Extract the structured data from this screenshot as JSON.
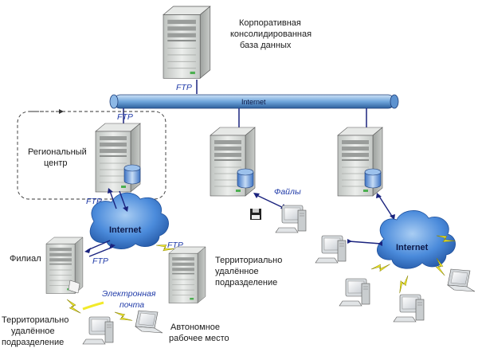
{
  "labels": {
    "database": [
      "Корпоративная",
      "консолидированная",
      "база данных"
    ],
    "regional": [
      "Региональный",
      "центр"
    ],
    "branch": "Филиал",
    "territorial_mid": [
      "Территориально",
      "удалённое",
      "подразделение"
    ],
    "territorial_bottom": [
      "Территориально",
      "удалённое",
      "подразделение"
    ],
    "autonomous": [
      "Автономное",
      "рабочее место"
    ],
    "email": [
      "Электронная",
      "почта"
    ],
    "files": "Файлы",
    "ftp": "FTP"
  },
  "network": {
    "bus_label": "Internet",
    "cloud_left": "Internet",
    "cloud_right": "Internet"
  },
  "colors": {
    "cloud": "#3f7fd6",
    "bus": "#6fa6dc",
    "server": "#d9dcd9",
    "lightning": "#f2ea2a",
    "connector": "#1a237e"
  }
}
